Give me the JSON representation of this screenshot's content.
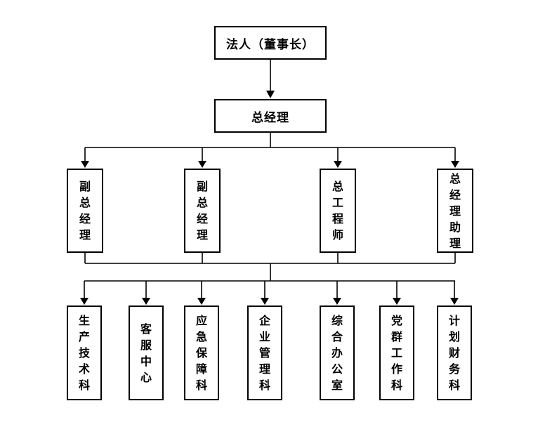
{
  "diagram": {
    "type": "org-chart",
    "root": {
      "label": "法人（董事长）"
    },
    "level2": {
      "label": "总经理"
    },
    "level3": [
      {
        "label": "副总经理"
      },
      {
        "label": "副总经理"
      },
      {
        "label": "总工程师"
      },
      {
        "label": "总经理助理"
      }
    ],
    "level4": [
      {
        "label": "生产技术科"
      },
      {
        "label": "客服中心"
      },
      {
        "label": "应急保障科"
      },
      {
        "label": "企业管理科"
      },
      {
        "label": "综合办公室"
      },
      {
        "label": "党群工作科"
      },
      {
        "label": "计划财务科"
      }
    ],
    "colors": {
      "background": "#ffffff",
      "border": "#000000",
      "text": "#000000",
      "line": "#000000"
    }
  }
}
